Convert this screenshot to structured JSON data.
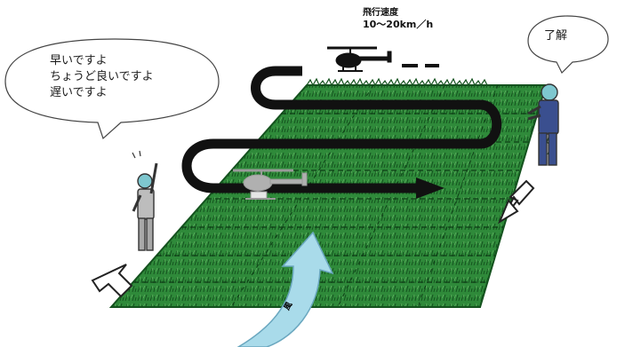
{
  "speech_left": {
    "lines": [
      "早いですよ",
      "ちょうど良いですよ",
      "遅いですよ"
    ]
  },
  "speech_right": {
    "text": "了解"
  },
  "flight_speed": {
    "label": "飛行速度",
    "value": "10～20km／h"
  },
  "wind": {
    "label": "風"
  },
  "colors": {
    "field_green": "#2f8a3a",
    "field_dark": "#14521e",
    "path_black": "#111111",
    "wind_arrow": "#a9dbea",
    "helicopter_gray": "#b0b0b0"
  }
}
